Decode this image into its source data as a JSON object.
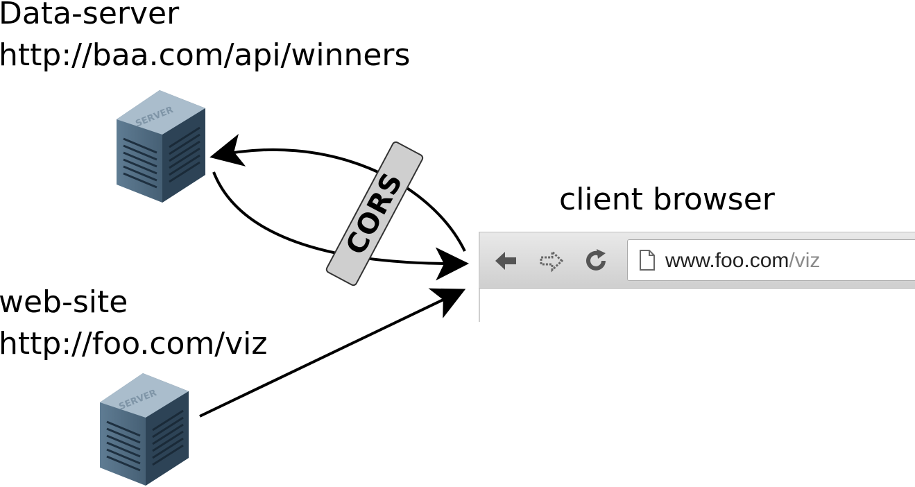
{
  "data_server": {
    "title": "Data-server",
    "url": "http://baa.com/api/winners",
    "server_caption": "SERVER"
  },
  "web_site": {
    "title": "web-site",
    "url": "http://foo.com/viz",
    "server_caption": "SERVER"
  },
  "client": {
    "title": "client browser",
    "address_host": "www.foo.com",
    "address_path": "/viz"
  },
  "cors_label": "CORS",
  "colors": {
    "server_body": "#3f5a70",
    "server_top": "#a9bccb",
    "cors_badge": "#cfcfcf",
    "toolbar": "#dcdcdc"
  }
}
